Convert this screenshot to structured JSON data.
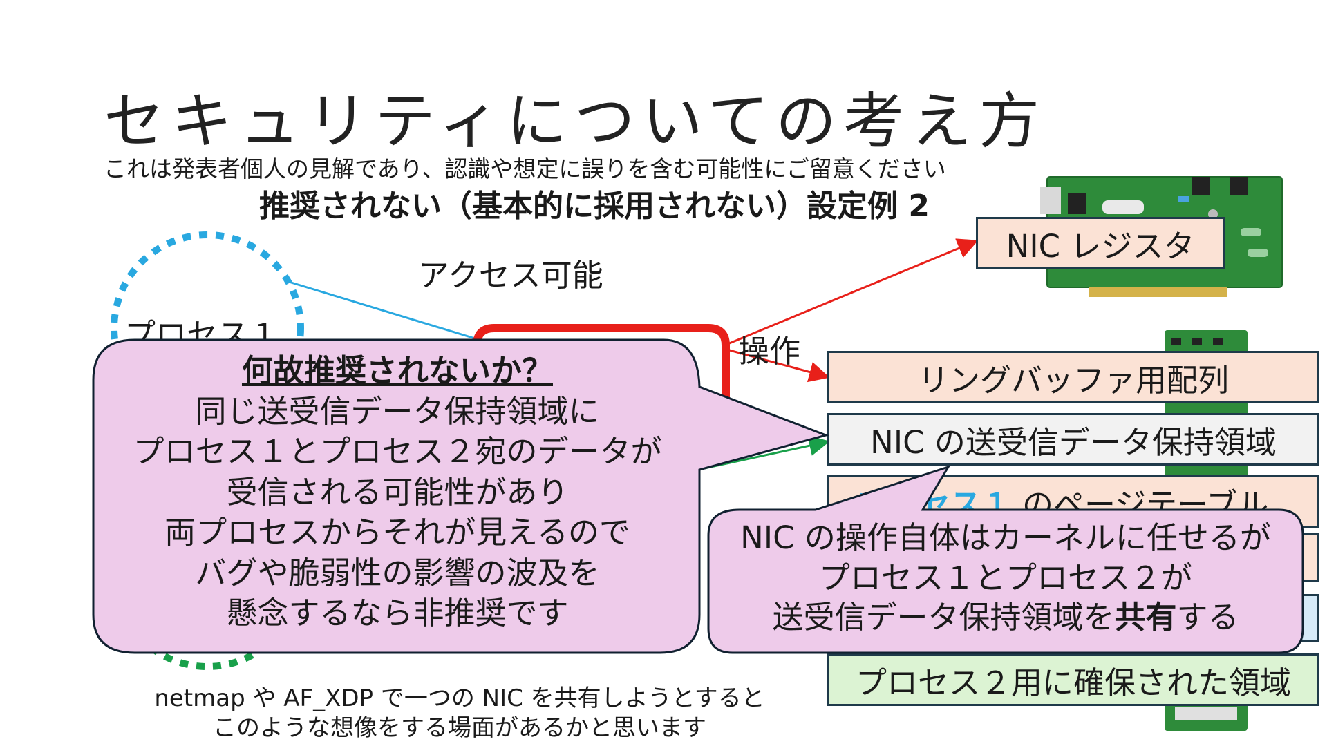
{
  "slide": {
    "title": "セキュリティについての考え方",
    "subtitle": "これは発表者個人の見解であり、認識や想定に誤りを含む可能性にご留意ください",
    "heading": "推奨されない（基本的に採用されない）設定例 2"
  },
  "diagram": {
    "process1_label": "プロセス１",
    "access_label": "アクセス可能",
    "operation_label": "操作",
    "boxes": {
      "nic_register": "NIC レジスタ",
      "ring_buffer": "リングバッファ用配列",
      "nic_data_area": "NIC の送受信データ保持領域",
      "page_table_visible_prefix": "プロセス１",
      "page_table_visible_suffix": "のページテーブル",
      "process2_area": "プロセス２用に確保された領域"
    }
  },
  "bubble_left": {
    "title": "何故推奨されないか？",
    "lines": [
      "同じ送受信データ保持領域に",
      "プロセス１とプロセス２宛のデータが",
      "受信される可能性があり",
      "両プロセスからそれが見えるので",
      "バグや脆弱性の影響の波及を",
      "懸念するなら非推奨です"
    ]
  },
  "bubble_right": {
    "line1": "NIC の操作自体はカーネルに任せるが",
    "line2": "プロセス１とプロセス２が",
    "line3_prefix": "送受信データ保持領域を",
    "line3_bold": "共有",
    "line3_suffix": "する"
  },
  "footer": {
    "line1": "netmap や AF_XDP で一つの NIC を共有しようとすると",
    "line2": "このような想像をする場面があるかと思います"
  },
  "colors": {
    "bubble_fill": "#eecbea",
    "bubble_stroke": "#102030",
    "peach": "#fbe2d5",
    "green": "#dcf3d3",
    "red": "#e8201a",
    "cyan": "#29a8e0",
    "dark_green": "#19a04a"
  }
}
